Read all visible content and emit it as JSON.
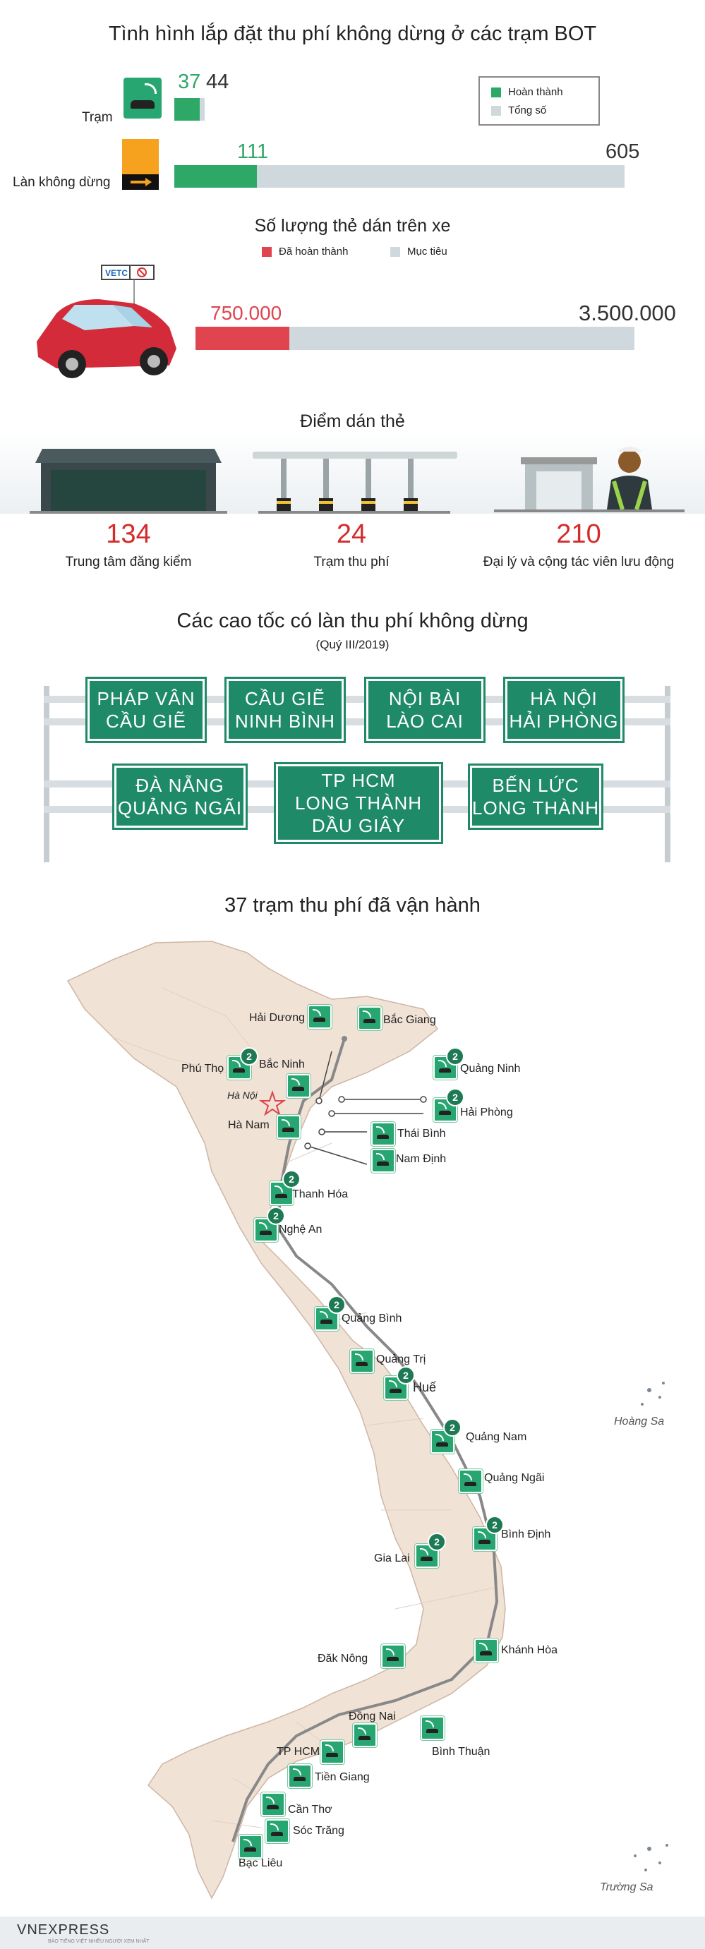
{
  "section1": {
    "title": "Tình hình lắp đặt thu phí không dừng ở các trạm BOT",
    "legend": {
      "done": "Hoàn thành",
      "total": "Tổng số"
    },
    "tram": {
      "label": "Trạm",
      "done": "37",
      "total": "44",
      "done_fraction": 0.84
    },
    "lane": {
      "label": "Làn không dừng",
      "done": "111",
      "total": "605",
      "done_fraction": 0.183
    },
    "colors": {
      "done": "#2da866",
      "total": "#cfd9dd"
    }
  },
  "section2": {
    "title": "Số lượng thẻ dán trên xe",
    "legend": {
      "done": "Đã hoàn thành",
      "target": "Mục tiêu"
    },
    "tag_text": "VETC",
    "done": "750.000",
    "target": "3.500.000",
    "done_fraction": 0.214,
    "colors": {
      "done": "#e0444f",
      "target": "#cfd9dd"
    }
  },
  "section3": {
    "title": "Điểm dán thẻ",
    "items": [
      {
        "value": "134",
        "label": "Trung tâm đăng kiểm"
      },
      {
        "value": "24",
        "label": "Trạm thu phí"
      },
      {
        "value": "210",
        "label": "Đại lý và cộng tác viên lưu động"
      }
    ]
  },
  "section4": {
    "title": "Các cao tốc có làn thu phí không dừng",
    "subtitle": "(Quý III/2019)",
    "signs_row1": [
      [
        "PHÁP VÂN",
        "CẦU GIẼ"
      ],
      [
        "CẦU GIẼ",
        "NINH BÌNH"
      ],
      [
        "NỘI BÀI",
        "LÀO CAI"
      ],
      [
        "HÀ NỘI",
        "HẢI PHÒNG"
      ]
    ],
    "signs_row2": [
      [
        "ĐÀ NẴNG",
        "QUẢNG NGÃI"
      ],
      [
        "TP HCM",
        "LONG THÀNH",
        "DẦU GIÂY"
      ],
      [
        "BẾN LỨC",
        "LONG THÀNH"
      ]
    ]
  },
  "section5": {
    "title": "37 trạm thu phí đã vận hành",
    "capital": "Hà Nội",
    "provinces": [
      "Hải Dương",
      "Bắc Giang",
      "Phú Thọ",
      "Bắc Ninh",
      "Quảng Ninh",
      "Hải Phòng",
      "Hà Nam",
      "Thái Bình",
      "Nam Định",
      "Thanh Hóa",
      "Nghệ An",
      "Quảng Bình",
      "Quảng Trị",
      "Huế",
      "Quảng Nam",
      "Quảng Ngãi",
      "Bình Định",
      "Gia Lai",
      "Khánh Hòa",
      "Đăk Nông",
      "Đồng Nai",
      "Bình Thuận",
      "TP HCM",
      "Tiền Giang",
      "Cần Thơ",
      "Sóc Trăng",
      "Bạc Liêu"
    ],
    "islands": [
      "Hoàng Sa",
      "Trường Sa"
    ]
  },
  "footer": {
    "brand": "VNEXPRESS",
    "sub": "BÁO TIẾNG VIỆT NHIỀU NGƯỜI XEM NHẤT"
  }
}
